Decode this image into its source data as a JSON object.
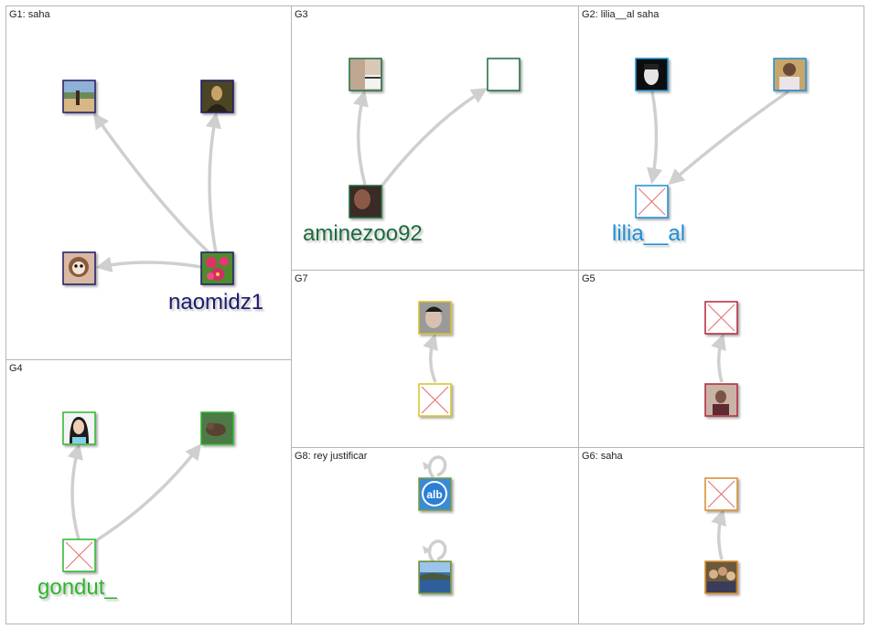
{
  "colors": {
    "edge": "#cfcfcf",
    "panel_border": "#b5b5b5",
    "g1": "#1b1b6b",
    "g2": "#1a8fd6",
    "g3": "#1e6b3c",
    "g4": "#2fb52f",
    "g5": "#b3263a",
    "g6": "#d98a2a",
    "g7": "#d8c220",
    "g8": "#7a9a3a"
  },
  "groups": [
    {
      "id": "g1",
      "title": "G1: saha"
    },
    {
      "id": "g3",
      "title": "G3"
    },
    {
      "id": "g2",
      "title": "G2: lilia__al saha"
    },
    {
      "id": "g4",
      "title": "G4"
    },
    {
      "id": "g7",
      "title": "G7"
    },
    {
      "id": "g5",
      "title": "G5"
    },
    {
      "id": "g8",
      "title": "G8: rey justificar"
    },
    {
      "id": "g6",
      "title": "G6: saha"
    }
  ],
  "labels": {
    "g1_hub": "naomidz1",
    "g3_hub": "aminezoo92",
    "g2_hub": "lilia__al",
    "g4_hub": "gondut_"
  },
  "icons": {
    "g8_avatar_text": "alb"
  }
}
